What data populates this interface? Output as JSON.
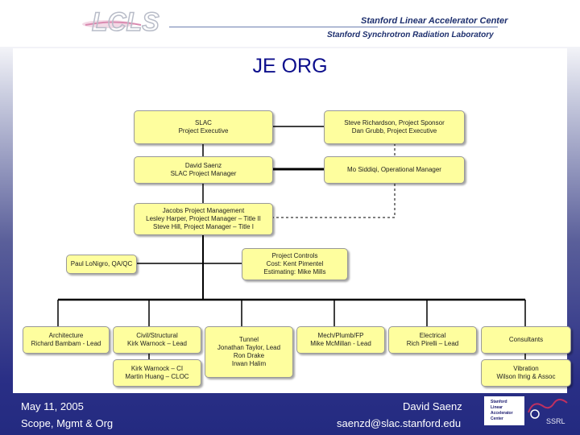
{
  "header": {
    "logo_text": "LCLS",
    "lab_line1": "Stanford Linear Accelerator Center",
    "lab_line2": "Stanford Synchrotron Radiation Laboratory"
  },
  "title": "JE ORG",
  "boxes": {
    "slac_exec": [
      "SLAC",
      "Project Executive"
    ],
    "sponsor": [
      "Steve Richardson, Project Sponsor",
      "Dan Grubb, Project Executive"
    ],
    "saenz": [
      "David Saenz",
      "SLAC Project Manager"
    ],
    "siddiqi": [
      "Mo Siddiqi, Operational Manager"
    ],
    "jacobs": [
      "Jacobs Project Management",
      "Lesley Harper, Project Manager – Title II",
      "Steve Hill, Project Manager – Title I"
    ],
    "lonigro": [
      "Paul LoNigro, QA/QC"
    ],
    "controls": [
      "Project Controls",
      "Cost: Kent Pimentel",
      "Estimating: Mike Mills"
    ],
    "architecture": [
      "Architecture",
      "Richard Bambam - Lead"
    ],
    "civil": [
      "Civil/Structural",
      "Kirk Warnock – Lead"
    ],
    "tunnel": [
      "Tunnel",
      "Jonathan Taylor, Lead",
      "Ron Drake",
      "Irwan Halim"
    ],
    "mech": [
      "Mech/Plumb/FP",
      "Mike McMillan - Lead"
    ],
    "electrical": [
      "Electrical",
      "Rich Pirelli – Lead"
    ],
    "consultants": [
      "Consultants"
    ],
    "civil_sub": [
      "Kirk Warnock – CI",
      "Martin Huang – CLOC"
    ],
    "vibration": [
      "Vibration",
      "Wilson Ihrig & Assoc"
    ]
  },
  "footer": {
    "date": "May 11, 2005",
    "topic": "Scope, Mgmt & Org",
    "presenter": "David Saenz",
    "email": "saenzd@slac.stanford.edu",
    "stamp_lines": [
      "Stanford",
      "Linear",
      "Accelerator",
      "Center"
    ],
    "ssrl_text": "SSRL"
  }
}
